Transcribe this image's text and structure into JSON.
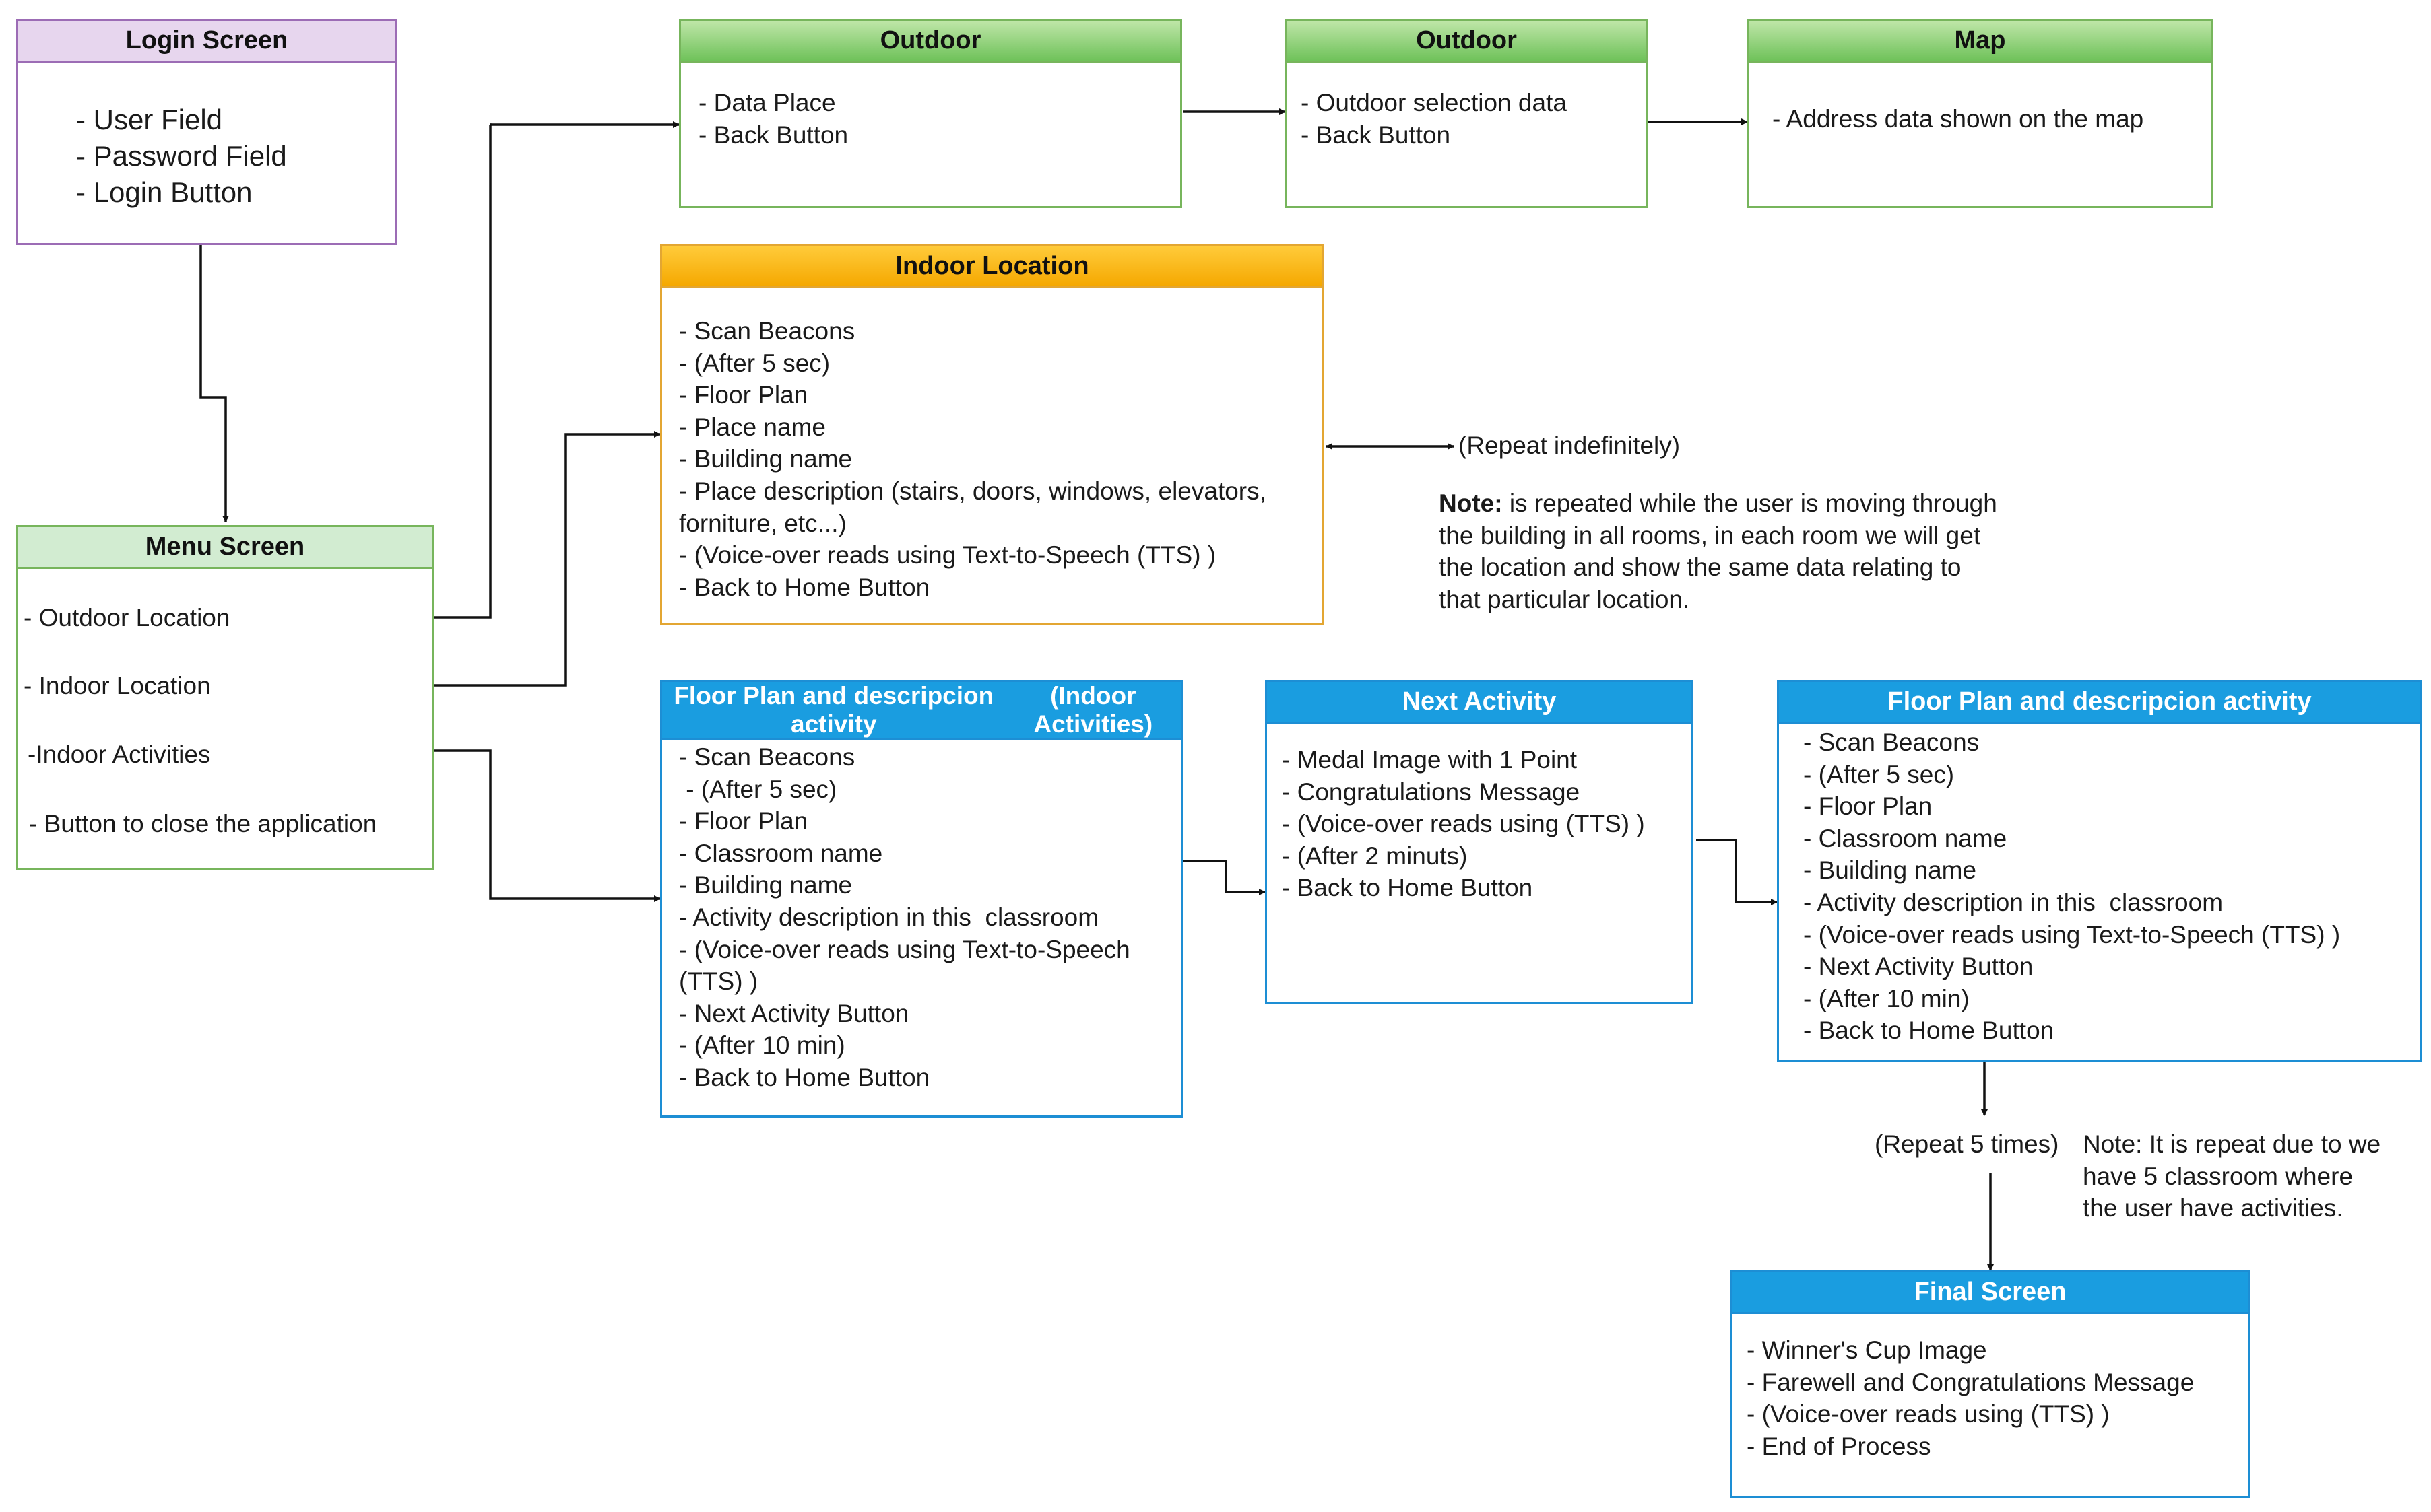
{
  "login": {
    "title": "Login Screen",
    "items": [
      "- User Field",
      "- Password Field",
      "- Login Button"
    ]
  },
  "menu": {
    "title": "Menu Screen",
    "items": [
      "- Outdoor Location",
      "- Indoor Location",
      "-Indoor Activities",
      "- Button to close the application"
    ]
  },
  "outdoor1": {
    "title": "Outdoor",
    "items": [
      "- Data Place",
      "- Back Button"
    ]
  },
  "outdoor2": {
    "title": "Outdoor",
    "items": [
      "- Outdoor selection data",
      "- Back Button"
    ]
  },
  "map": {
    "title": "Map",
    "items": [
      "- Address data shown on the map"
    ]
  },
  "indoor": {
    "title": "Indoor Location",
    "items": [
      "- Scan Beacons",
      "- (After 5 sec)",
      "- Floor Plan",
      "- Place name",
      "- Building name",
      "- Place description (stairs, doors, windows, elevators, forniture, etc...)",
      "- (Voice-over reads using Text-to-Speech (TTS) )",
      "- Back to Home Button"
    ]
  },
  "repeat_indef": "(Repeat indefinitely)",
  "note1": {
    "label": "Note:",
    "lines": [
      " is repeated while the user is moving through",
      "the building in all rooms, in each room we will get",
      "the location and show the same data relating to",
      "that particular location."
    ]
  },
  "activity1": {
    "title_line1": "Floor Plan and descripcion activity",
    "title_line2": "(Indoor Activities)",
    "items": [
      "- Scan Beacons",
      " - (After 5 sec)",
      "- Floor Plan",
      "- Classroom name",
      "- Building name",
      "- Activity description in this  classroom",
      "- (Voice-over reads using Text-to-Speech (TTS) )",
      "- Next Activity Button",
      "- (After 10 min)",
      "- Back to Home Button"
    ]
  },
  "next": {
    "title": "Next Activity",
    "items": [
      "- Medal Image with 1 Point",
      "- Congratulations Message",
      "- (Voice-over reads using (TTS) )",
      "- (After 2 minuts)",
      "- Back to Home Button"
    ]
  },
  "activity2": {
    "title": "Floor Plan and descripcion activity",
    "items": [
      "- Scan Beacons",
      "- (After 5 sec)",
      "- Floor Plan",
      "- Classroom name",
      "- Building name",
      "- Activity description in this  classroom",
      "- (Voice-over reads using Text-to-Speech (TTS) )",
      "- Next Activity Button",
      "- (After 10 min)",
      "- Back to Home Button"
    ]
  },
  "repeat5": "(Repeat 5 times)",
  "note2": {
    "lines": [
      "Note: It is repeat due to we",
      "have 5 classroom where",
      "the user have activities."
    ]
  },
  "final": {
    "title": "Final Screen",
    "items": [
      "- Winner's Cup Image",
      "- Farewell and Congratulations Message",
      "- (Voice-over reads using (TTS) )",
      "- End of Process"
    ]
  }
}
